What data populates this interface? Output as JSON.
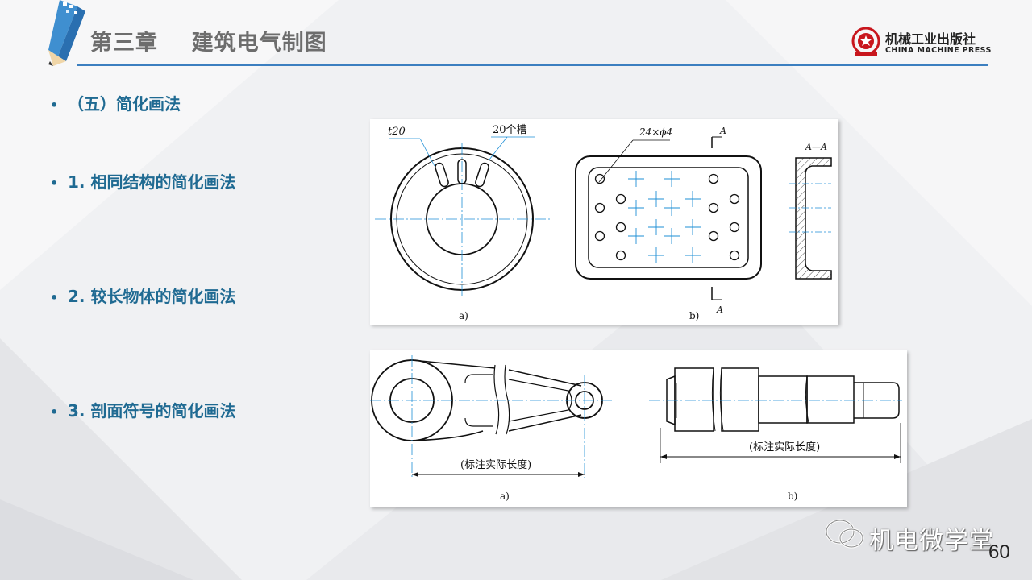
{
  "header": {
    "chapter": "第三章",
    "title": "建筑电气制图",
    "publisher_name": "机械工业出版社",
    "publisher_sub": "CHINA MACHINE PRESS"
  },
  "bullets": [
    {
      "label": "（五）简化画法"
    },
    {
      "label": "1. 相同结构的简化画法"
    },
    {
      "label": "2. 较长物体的简化画法"
    },
    {
      "label": "3. 剖面符号的简化画法"
    }
  ],
  "figure1": {
    "dim_t": "t20",
    "slot_label": "20个槽",
    "hole_label": "24×ϕ4",
    "section_mark": "A",
    "section_title": "A—A",
    "caption_a": "a)",
    "caption_b": "b)"
  },
  "figure2": {
    "dim_label_a": "(标注实际长度)",
    "dim_label_b": "(标注实际长度)",
    "caption_a": "a)",
    "caption_b": "b)"
  },
  "footer": {
    "watermark": "机电微学堂",
    "page_number": "60"
  },
  "colors": {
    "accent": "#1f6a92",
    "rule": "#3c7fc0",
    "center_line": "#1e8fd6"
  }
}
